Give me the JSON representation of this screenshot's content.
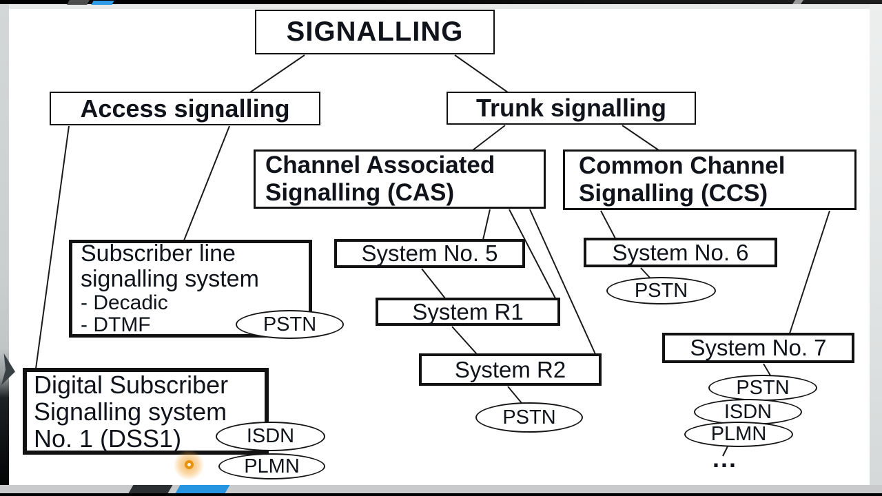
{
  "slide": {
    "title": "SIGNALLING",
    "access_label": "Access signalling",
    "trunk_label": "Trunk signalling",
    "cas_lines": [
      "Channel Associated",
      "Signalling (CAS)"
    ],
    "ccs_lines": [
      "Common Channel",
      "Signalling (CCS)"
    ],
    "subscriber_box": {
      "lines": [
        "Subscriber line",
        "signalling system"
      ],
      "items": [
        "- Decadic",
        "- DTMF"
      ]
    },
    "digital_box": {
      "lines": [
        "Digital Subscriber",
        "Signalling system",
        "No. 1 (DSS1)"
      ]
    },
    "system_boxes": {
      "no5": "System No. 5",
      "r1": "System R1",
      "r2": "System R2",
      "no6": "System No. 6",
      "no7": "System No. 7"
    },
    "networks": {
      "pstn_subscriber": "PSTN",
      "isdn_dss1": "ISDN",
      "plmn_dss1": "PLMN",
      "pstn_r2": "PSTN",
      "pstn_no6": "PSTN",
      "pstn_no7": "PSTN",
      "isdn_no7": "ISDN",
      "plmn_no7": "PLMN",
      "ellipsis": "..."
    }
  },
  "colors": {
    "accent_blue": "#2e9be6",
    "slant_dark": "#2b2f31",
    "highlight_orange": "#e8920c",
    "connector_black": "#1a1a1a"
  }
}
